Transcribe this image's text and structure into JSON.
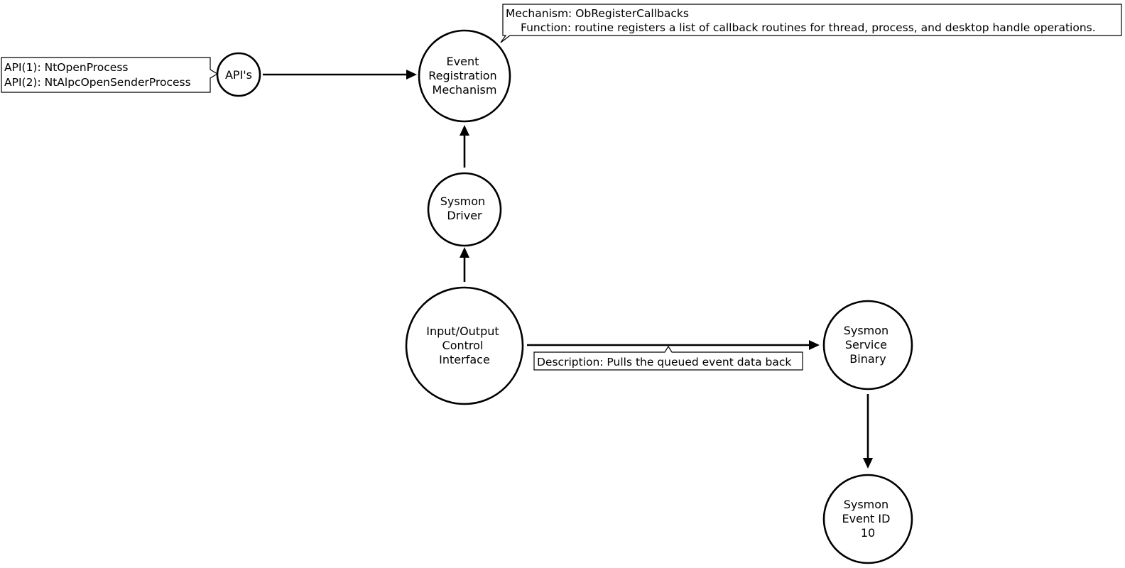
{
  "nodes": {
    "apis": {
      "label": "API's"
    },
    "event_registration": {
      "lines": [
        "Event",
        "Registration",
        "Mechanism"
      ]
    },
    "sysmon_driver": {
      "lines": [
        "Sysmon",
        "Driver"
      ]
    },
    "io_control": {
      "lines": [
        "Input/Output",
        "Control",
        "Interface"
      ]
    },
    "sysmon_service": {
      "lines": [
        "Sysmon",
        "Service",
        "Binary"
      ]
    },
    "sysmon_event": {
      "lines": [
        "Sysmon",
        "Event ID",
        "10"
      ]
    }
  },
  "callouts": {
    "api_list": {
      "lines": [
        "API(1): NtOpenProcess",
        "API(2): NtAlpcOpenSenderProcess"
      ]
    },
    "mechanism": {
      "lines": [
        "Mechanism: ObRegisterCallbacks",
        "Function: routine registers a list of callback routines for thread, process, and desktop handle operations."
      ]
    },
    "description": {
      "text": "Description: Pulls the queued event data back"
    }
  },
  "edges": [
    {
      "from": "API's",
      "to": "Event Registration Mechanism"
    },
    {
      "from": "Sysmon Driver",
      "to": "Event Registration Mechanism"
    },
    {
      "from": "Input/Output Control Interface",
      "to": "Sysmon Driver"
    },
    {
      "from": "Input/Output Control Interface",
      "to": "Sysmon Service Binary"
    },
    {
      "from": "Sysmon Service Binary",
      "to": "Sysmon Event ID 10"
    }
  ]
}
